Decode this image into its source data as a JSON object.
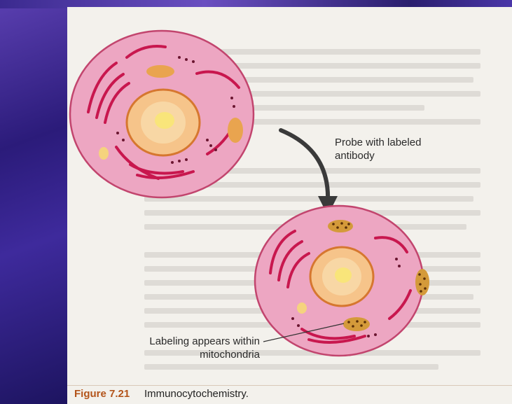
{
  "figure": {
    "number": "Figure 7.21",
    "title": "Immunocytochemistry."
  },
  "annotations": {
    "probe": "Probe with labeled antibody",
    "labeling": "Labeling appears within mitochondria"
  },
  "colors": {
    "cytoplasm": "#eda6c2",
    "membrane": "#c2456e",
    "nucleus": "#f6c48a",
    "nucleolus": "#f9e57a",
    "organelle": "#c8174e",
    "mitochondria_label": "#7a4c10",
    "figure_number": "#b3541a",
    "page": "#f3f1ec",
    "slide_background": "#2a1f6e"
  }
}
